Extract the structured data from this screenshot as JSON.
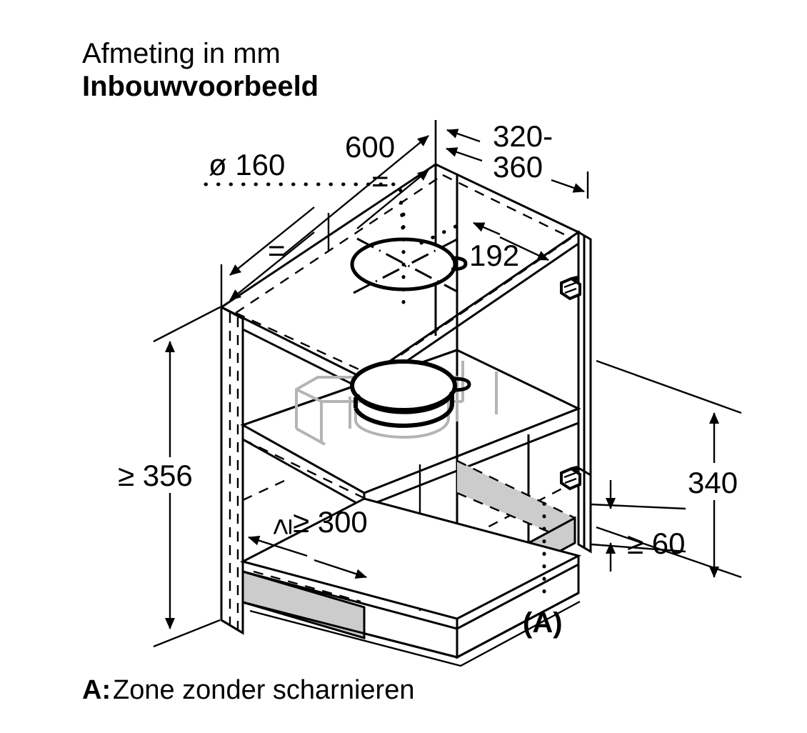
{
  "document": {
    "type": "technical-installation-drawing",
    "language": "nl",
    "title_line1": "Afmeting in mm",
    "title_line2": "Inbouwvoorbeeld",
    "legend_marker": "A:",
    "legend_text": "Zone zonder scharnieren"
  },
  "dimensions": {
    "duct_diameter": "ø 160",
    "cabinet_width": "600",
    "cabinet_depth": "320-\n360",
    "cabinet_depth_line1": "320-",
    "cabinet_depth_line2": "360",
    "duct_offset": "192",
    "cabinet_height_min": "≥ 356",
    "lower_compartment_min": "≥ 300",
    "right_height": "340",
    "bottom_gap_min": "≥ 60",
    "equal_mark_left": "=",
    "equal_mark_right": "=",
    "zone_callout": "(A)"
  },
  "colors": {
    "line": "#000000",
    "shaded_zone": "#cccccc",
    "ghost_hood": "#b4b4b4",
    "background": "#ffffff"
  },
  "features": {
    "top_circle_label": "duct-cutout-top",
    "shelf_collar_label": "duct-collar-shelf",
    "hinge_upper_label": "hinge-upper",
    "hinge_lower_label": "hinge-lower",
    "shaded_zone_side_label": "zone-a-side-panel",
    "shaded_zone_bottom_label": "zone-a-bottom-panel"
  }
}
